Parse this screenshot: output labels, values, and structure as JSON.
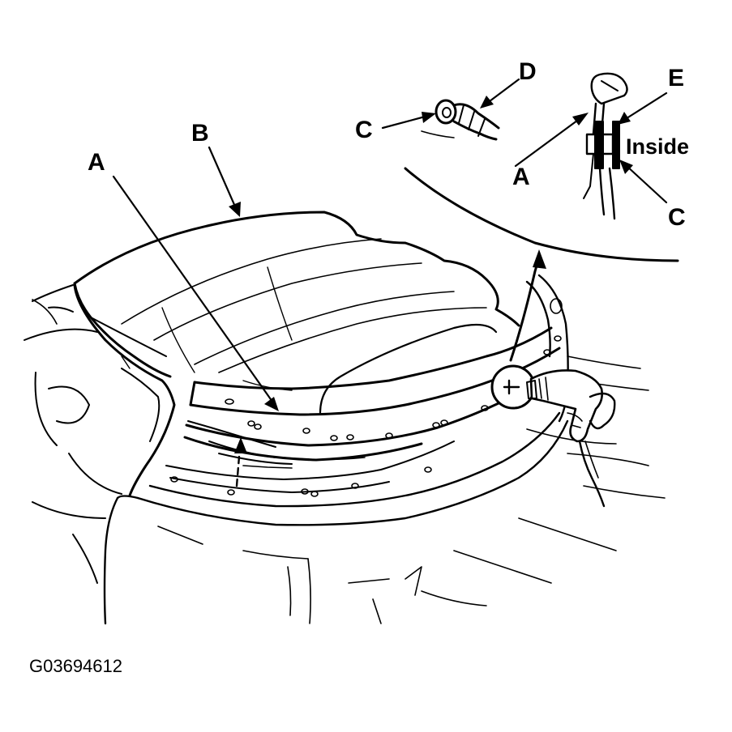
{
  "labels": {
    "A_main": "A",
    "B": "B",
    "C_left": "C",
    "D": "D",
    "A_detail": "A",
    "E": "E",
    "inside": "Inside",
    "C_detail": "C"
  },
  "figure_id": "G03694612",
  "colors": {
    "ink": "#000000",
    "paper": "#ffffff"
  }
}
